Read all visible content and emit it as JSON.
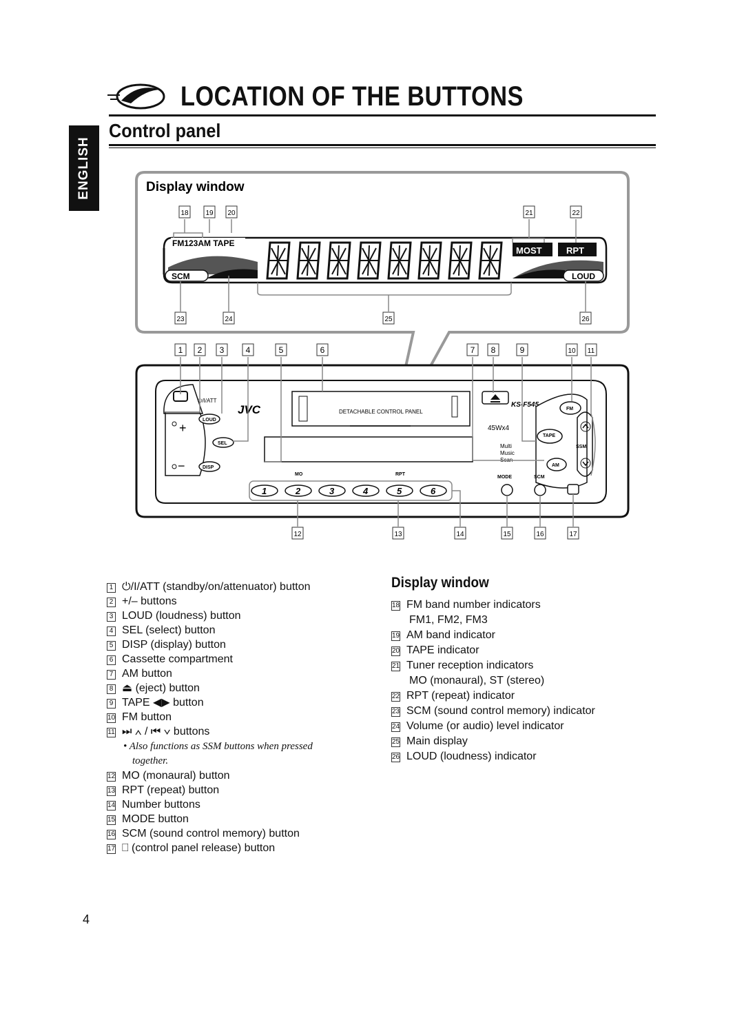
{
  "header": {
    "title": "LOCATION OF THE BUTTONS",
    "section": "Control panel",
    "language_tab": "ENGLISH"
  },
  "figure": {
    "display_window_title": "Display window",
    "callouts_top": [
      "18",
      "19",
      "20",
      "21",
      "22"
    ],
    "callouts_mid": [
      "23",
      "24",
      "25",
      "26"
    ],
    "callouts_panel_top": [
      "1",
      "2",
      "3",
      "4",
      "5",
      "6",
      "7",
      "8",
      "9",
      "10",
      "11"
    ],
    "callouts_panel_bottom": [
      "12",
      "13",
      "14",
      "15",
      "16",
      "17"
    ],
    "lcd": {
      "band_label": "FM123AM TAPE",
      "most": "MOST",
      "rpt": "RPT",
      "scm": "SCM",
      "loud": "LOUD"
    },
    "panel": {
      "brand": "JVC",
      "model": "KS-F545",
      "power_spec": "45Wx4",
      "standby_label": "⏻/I/ATT",
      "loud": "LOUD",
      "sel": "SEL",
      "disp": "DISP",
      "detachable": "DETACHABLE CONTROL PANEL",
      "mo": "MO",
      "rpt": "RPT",
      "mode": "MODE",
      "scm": "SCM",
      "fm": "FM",
      "am": "AM",
      "tape": "TAPE",
      "ssm": "SSM",
      "multi": "Multi",
      "music": "Music",
      "scan": "Scan",
      "numbers": [
        "1",
        "2",
        "3",
        "4",
        "5",
        "6"
      ]
    }
  },
  "left_list": {
    "items": [
      {
        "num": "1",
        "text": "⏻/I/ATT (standby/on/attenuator) button"
      },
      {
        "num": "2",
        "text": "+/– buttons"
      },
      {
        "num": "3",
        "text": "LOUD (loudness) button"
      },
      {
        "num": "4",
        "text": "SEL (select) button"
      },
      {
        "num": "5",
        "text": "DISP (display) button"
      },
      {
        "num": "6",
        "text": "Cassette compartment"
      },
      {
        "num": "7",
        "text": "AM button"
      },
      {
        "num": "8",
        "text": "⏏ (eject) button"
      },
      {
        "num": "9",
        "text": "TAPE ◀▶ button"
      },
      {
        "num": "10",
        "text": "FM button"
      },
      {
        "num": "11",
        "text": "⏭ ∧ / ⏮ ∨ buttons"
      }
    ],
    "note_line1": "•  Also functions as SSM buttons when pressed",
    "note_line2": "together.",
    "items2": [
      {
        "num": "12",
        "text": "MO (monaural) button"
      },
      {
        "num": "13",
        "text": "RPT (repeat) button"
      },
      {
        "num": "14",
        "text": "Number buttons"
      },
      {
        "num": "15",
        "text": "MODE button"
      },
      {
        "num": "16",
        "text": "SCM (sound control memory) button"
      },
      {
        "num": "17",
        "text": "⎕ (control panel release) button"
      }
    ]
  },
  "right_list": {
    "heading": "Display window",
    "items": [
      {
        "num": "18",
        "text": "FM band number indicators",
        "sub": "FM1, FM2, FM3"
      },
      {
        "num": "19",
        "text": "AM band indicator"
      },
      {
        "num": "20",
        "text": "TAPE indicator"
      },
      {
        "num": "21",
        "text": "Tuner reception indicators",
        "sub": "MO (monaural), ST (stereo)"
      },
      {
        "num": "22",
        "text": "RPT (repeat) indicator"
      },
      {
        "num": "23",
        "text": "SCM (sound control memory) indicator"
      },
      {
        "num": "24",
        "text": "Volume (or audio) level indicator"
      },
      {
        "num": "25",
        "text": "Main display"
      },
      {
        "num": "26",
        "text": "LOUD (loudness) indicator"
      }
    ]
  },
  "page_number": "4"
}
